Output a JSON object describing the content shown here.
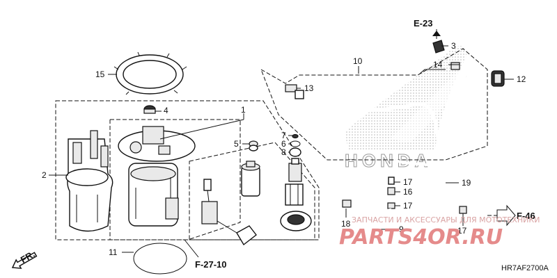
{
  "callouts": {
    "c1": "1",
    "c2": "2",
    "c3": "3",
    "c4": "4",
    "c5": "5",
    "c6": "6",
    "c7": "7",
    "c8": "8",
    "c9": "9",
    "c10": "10",
    "c11": "11",
    "c12": "12",
    "c13": "13",
    "c14": "14",
    "c15": "15",
    "c16": "16",
    "c17a": "17",
    "c17b": "17",
    "c17c": "17",
    "c18": "18",
    "c19": "19"
  },
  "references": {
    "e23": "E-23",
    "f46": "F-46",
    "f2710": "F-27-10",
    "fr": "FR."
  },
  "logo_text": "HONDA",
  "watermark": {
    "line1": "ЗАПЧАСТИ И АКСЕССУАРЫ ДЛЯ МОТОТЕХНИКИ",
    "line2": "PARTS4OR.RU"
  },
  "diagram_code": "HR7AF2700A"
}
